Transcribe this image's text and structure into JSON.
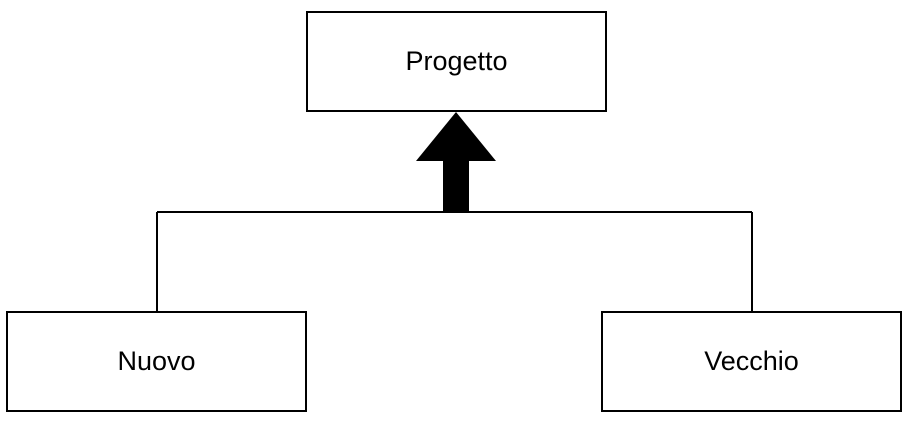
{
  "diagram": {
    "type": "inheritance",
    "parent": {
      "label": "Progetto"
    },
    "children": [
      {
        "label": "Nuovo"
      },
      {
        "label": "Vecchio"
      }
    ],
    "colors": {
      "stroke": "#000000",
      "fill": "#ffffff",
      "arrow": "#000000"
    }
  }
}
